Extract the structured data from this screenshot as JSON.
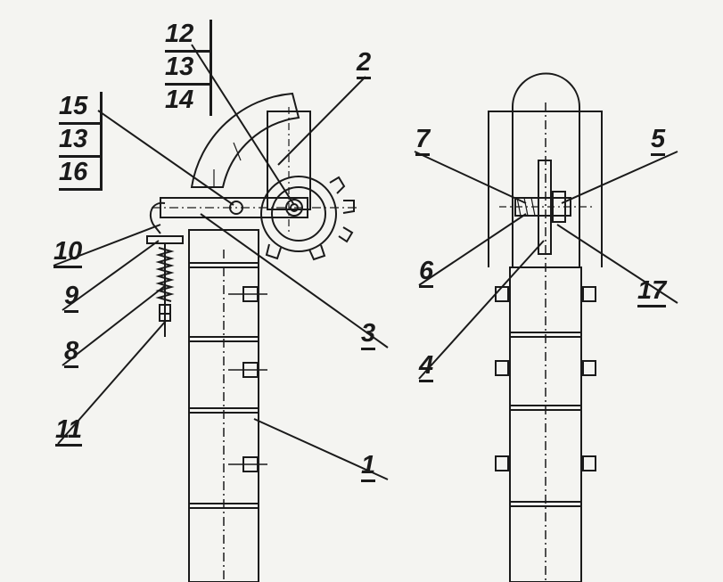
{
  "labels": {
    "l1": "1",
    "l2": "2",
    "l3": "3",
    "l4": "4",
    "l5": "5",
    "l6": "6",
    "l7": "7",
    "l8": "8",
    "l9": "9",
    "l10": "10",
    "l11": "11",
    "l12": "12",
    "l13a": "13",
    "l13b": "13",
    "l14": "14",
    "l15": "15",
    "l16": "16",
    "l17": "17"
  },
  "colors": {
    "ink": "#1a1a1a",
    "paper": "#f4f4f1",
    "faint": "#c9c9c4"
  }
}
